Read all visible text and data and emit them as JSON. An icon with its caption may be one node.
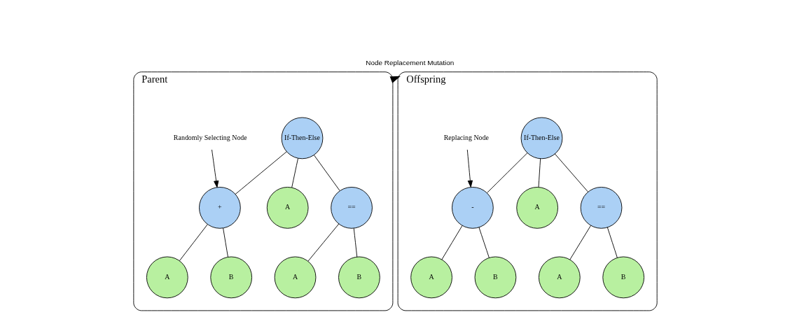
{
  "diagram": {
    "nodes": [
      {
        "text": [
          "Parent"
        ]
      },
      {
        "text": [
          "If-Then-Else"
        ],
        "in": 0
      },
      {
        "text": [
          "=="
        ],
        "in": 0
      },
      {
        "text": [
          "A"
        ],
        "in": 0
      },
      {
        "text": [
          "+"
        ],
        "in": 0
      },
      {
        "text": [
          "A"
        ],
        "in": 0
      },
      {
        "text": [
          "B"
        ],
        "in": 0
      },
      {
        "text": [
          "A"
        ],
        "in": 0
      },
      {
        "text": [
          "B"
        ],
        "in": 0
      },
      {
        "text": [
          "Randomly Selecting Node"
        ],
        "in": 0
      },
      {
        "text": [
          "Offspring"
        ]
      },
      {
        "text": [
          "If-Then-Else"
        ],
        "in": 10
      },
      {
        "text": [
          "=="
        ],
        "in": 10
      },
      {
        "text": [
          "A"
        ],
        "in": 10
      },
      {
        "text": [
          "-"
        ],
        "in": 10
      },
      {
        "text": [
          "A"
        ],
        "in": 10
      },
      {
        "text": [
          "B"
        ],
        "in": 10
      },
      {
        "text": [
          "A"
        ],
        "in": 10
      },
      {
        "text": [
          "B"
        ],
        "in": 10
      },
      {
        "text": [
          "Replacing Node"
        ],
        "in": 10
      }
    ],
    "edges": [
      {
        "from": 1,
        "to": 2,
        "arrow": "none"
      },
      {
        "from": 1,
        "to": 3,
        "arrow": "none"
      },
      {
        "from": 1,
        "to": 4,
        "arrow": "none"
      },
      {
        "from": 2,
        "to": 5,
        "arrow": "none"
      },
      {
        "from": 2,
        "to": 6,
        "arrow": "none"
      },
      {
        "from": 4,
        "to": 7,
        "arrow": "none"
      },
      {
        "from": 4,
        "to": 8,
        "arrow": "none"
      },
      {
        "from": 9,
        "to": 4,
        "arrow": "to"
      },
      {
        "from": 0,
        "to": 10,
        "arrow": "to",
        "label": "Node Replacement Mutation",
        "style": "thick"
      },
      {
        "from": 11,
        "to": 12,
        "arrow": "none"
      },
      {
        "from": 11,
        "to": 13,
        "arrow": "none"
      },
      {
        "from": 11,
        "to": 14,
        "arrow": "none"
      },
      {
        "from": 12,
        "to": 15,
        "arrow": "none"
      },
      {
        "from": 12,
        "to": 16,
        "arrow": "none"
      },
      {
        "from": 14,
        "to": 17,
        "arrow": "none"
      },
      {
        "from": 14,
        "to": 18,
        "arrow": "none"
      },
      {
        "from": 19,
        "to": 14,
        "arrow": "to"
      }
    ]
  }
}
